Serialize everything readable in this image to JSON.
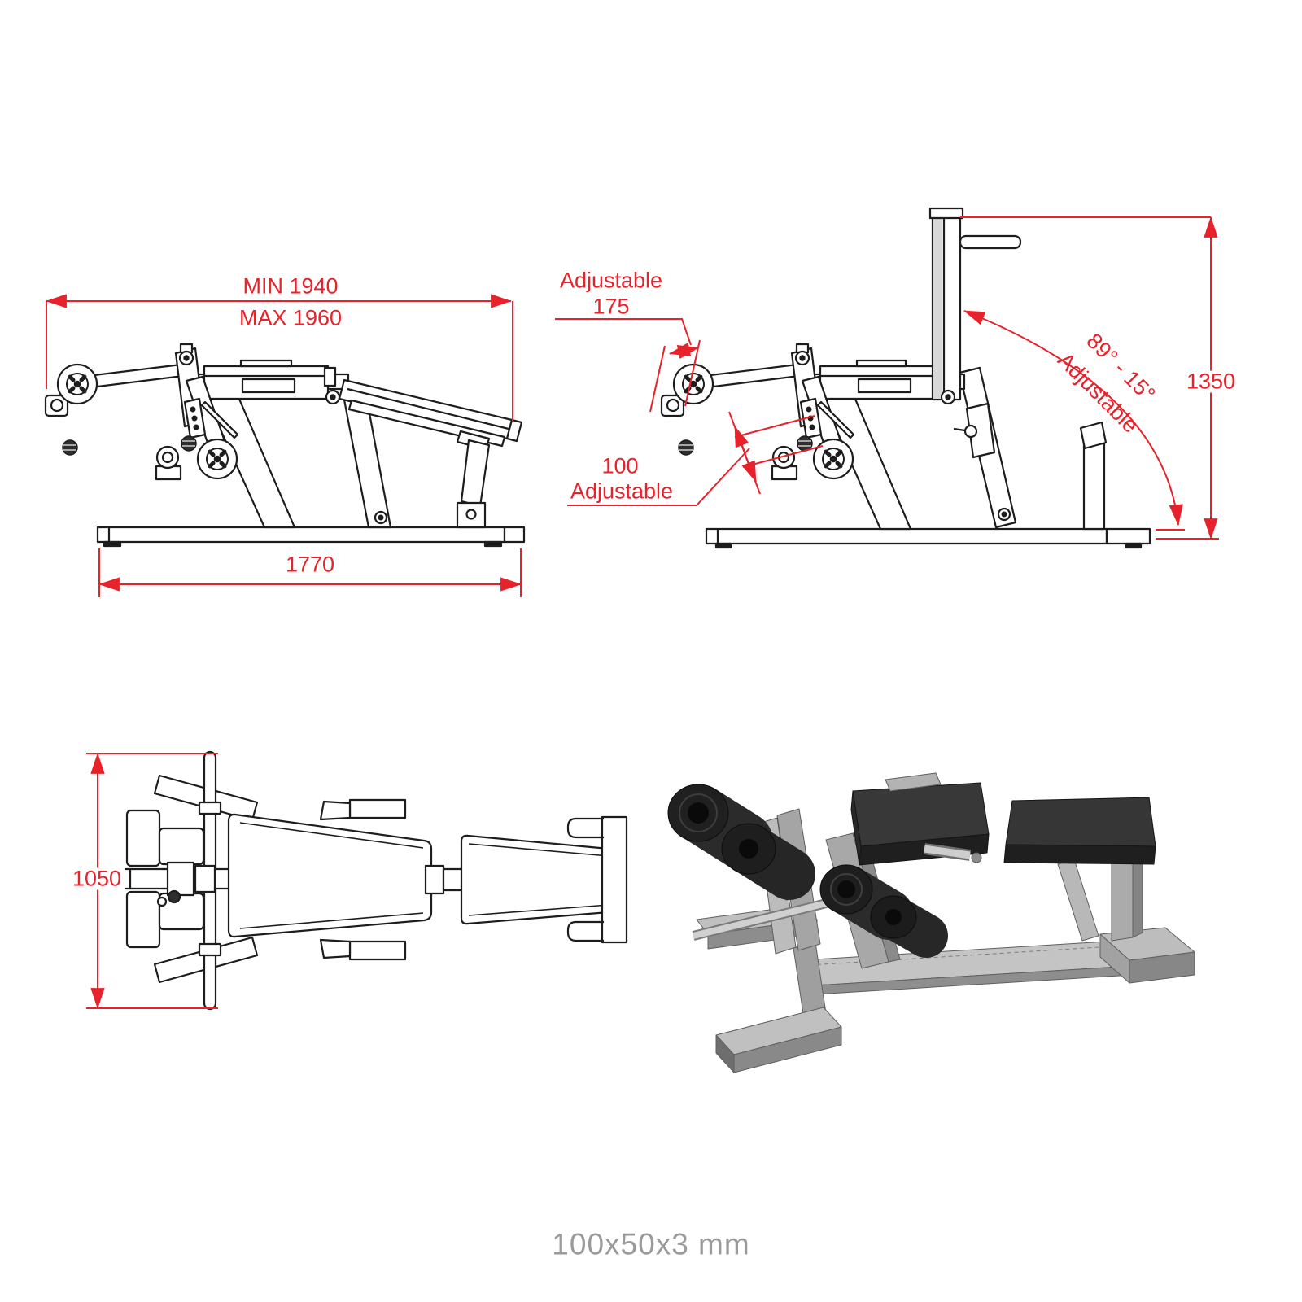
{
  "colors": {
    "dimension_red": "#e7222a",
    "linework_black": "#1d1d1d",
    "footnote_gray": "#9a9a9a"
  },
  "side_view_folded": {
    "overall_length_min": "MIN 1940",
    "overall_length_max": "MAX 1960",
    "base_length": "1770"
  },
  "side_view_upright": {
    "roller_adjust_label": "Adjustable",
    "roller_adjust_value": "175",
    "hole_adjust_value": "100",
    "hole_adjust_label": "Adjustable",
    "backrest_angle_range": "89° - 15°",
    "backrest_angle_label": "Adjustable",
    "overall_height": "1350"
  },
  "top_view": {
    "overall_width": "1050"
  },
  "footer": {
    "tube_spec": "100x50x3 mm"
  }
}
